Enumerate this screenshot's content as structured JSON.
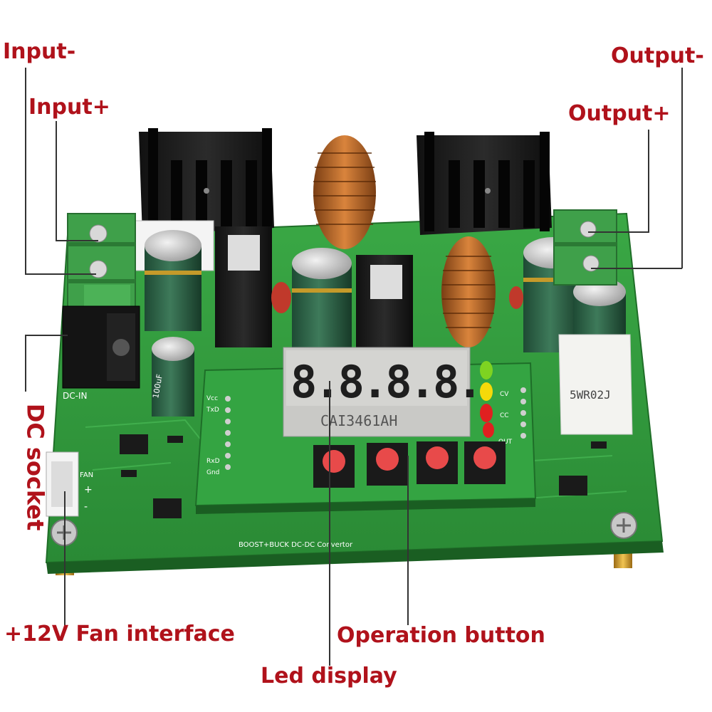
{
  "callouts": {
    "input_minus": "Input-",
    "input_plus": "Input+",
    "output_minus": "Output-",
    "output_plus": "Output+",
    "dc_socket": "DC socket",
    "fan_interface": "+12V Fan interface",
    "operation_button": "Operation button",
    "led_display": "Led display"
  },
  "board": {
    "display_model": "CAI3461AH",
    "display_digits": "8.8.8.8.",
    "shunt_resistor": "5WR02J",
    "capacitor_marking": "100uF",
    "silkscreen_title": "BOOST+BUCK DC-DC Convertor",
    "dc_in": "DC-IN",
    "fan": "FAN",
    "plus": "+",
    "minus": "-",
    "pin_vcc": "Vcc",
    "pin_txd": "TxD",
    "pin_rxd": "RxD",
    "pin_gnd": "Gnd",
    "led_cv": "CV",
    "led_cc": "CC",
    "led_out": "OUT"
  },
  "colors": {
    "callout_text": "#b0121b",
    "pcb_green": "#2f9a3a",
    "terminal_green": "#3fa04a",
    "leader_line": "#333333"
  }
}
